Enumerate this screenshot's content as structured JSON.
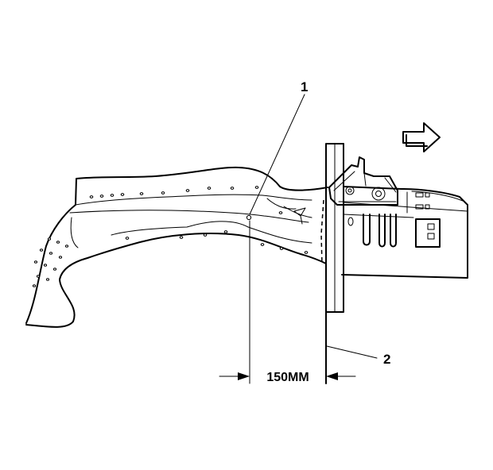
{
  "callouts": {
    "one": "1",
    "two": "2"
  },
  "dimension": {
    "text": "150MM"
  },
  "icons": {
    "direction": "direction-arrow-icon"
  }
}
